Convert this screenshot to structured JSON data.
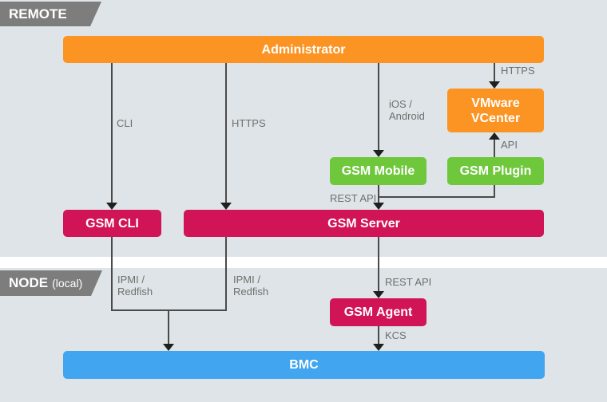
{
  "diagram": {
    "sections": {
      "remote": {
        "label": "REMOTE",
        "suffix": ""
      },
      "node": {
        "label": "NODE",
        "suffix": "(local)"
      }
    },
    "nodes": {
      "administrator": "Administrator",
      "vmware_vcenter_line1": "VMware",
      "vmware_vcenter_line2": "VCenter",
      "gsm_mobile": "GSM Mobile",
      "gsm_plugin": "GSM Plugin",
      "gsm_cli": "GSM CLI",
      "gsm_server": "GSM Server",
      "gsm_agent": "GSM Agent",
      "bmc": "BMC"
    },
    "edge_labels": {
      "cli": "CLI",
      "https_left": "HTTPS",
      "ios_android_line1": "iOS /",
      "ios_android_line2": "Android",
      "https_right": "HTTPS",
      "api": "API",
      "rest_api_top": "REST API",
      "rest_api_bottom": "REST API",
      "ipmi_redfish_left_line1": "IPMI /",
      "ipmi_redfish_left_line2": "Redfish",
      "ipmi_redfish_right_line1": "IPMI /",
      "ipmi_redfish_right_line2": "Redfish",
      "kcs": "KCS"
    },
    "colors": {
      "background": "#dee4e7",
      "separator_band": "#ffffff",
      "orange": "#fb9423",
      "green": "#6fc83c",
      "crimson": "#d11456",
      "blue": "#42a5f0",
      "tag_gray": "#7d7d7d",
      "line": "#4a4a4a",
      "edge_label_gray": "#6f6f6f"
    }
  }
}
